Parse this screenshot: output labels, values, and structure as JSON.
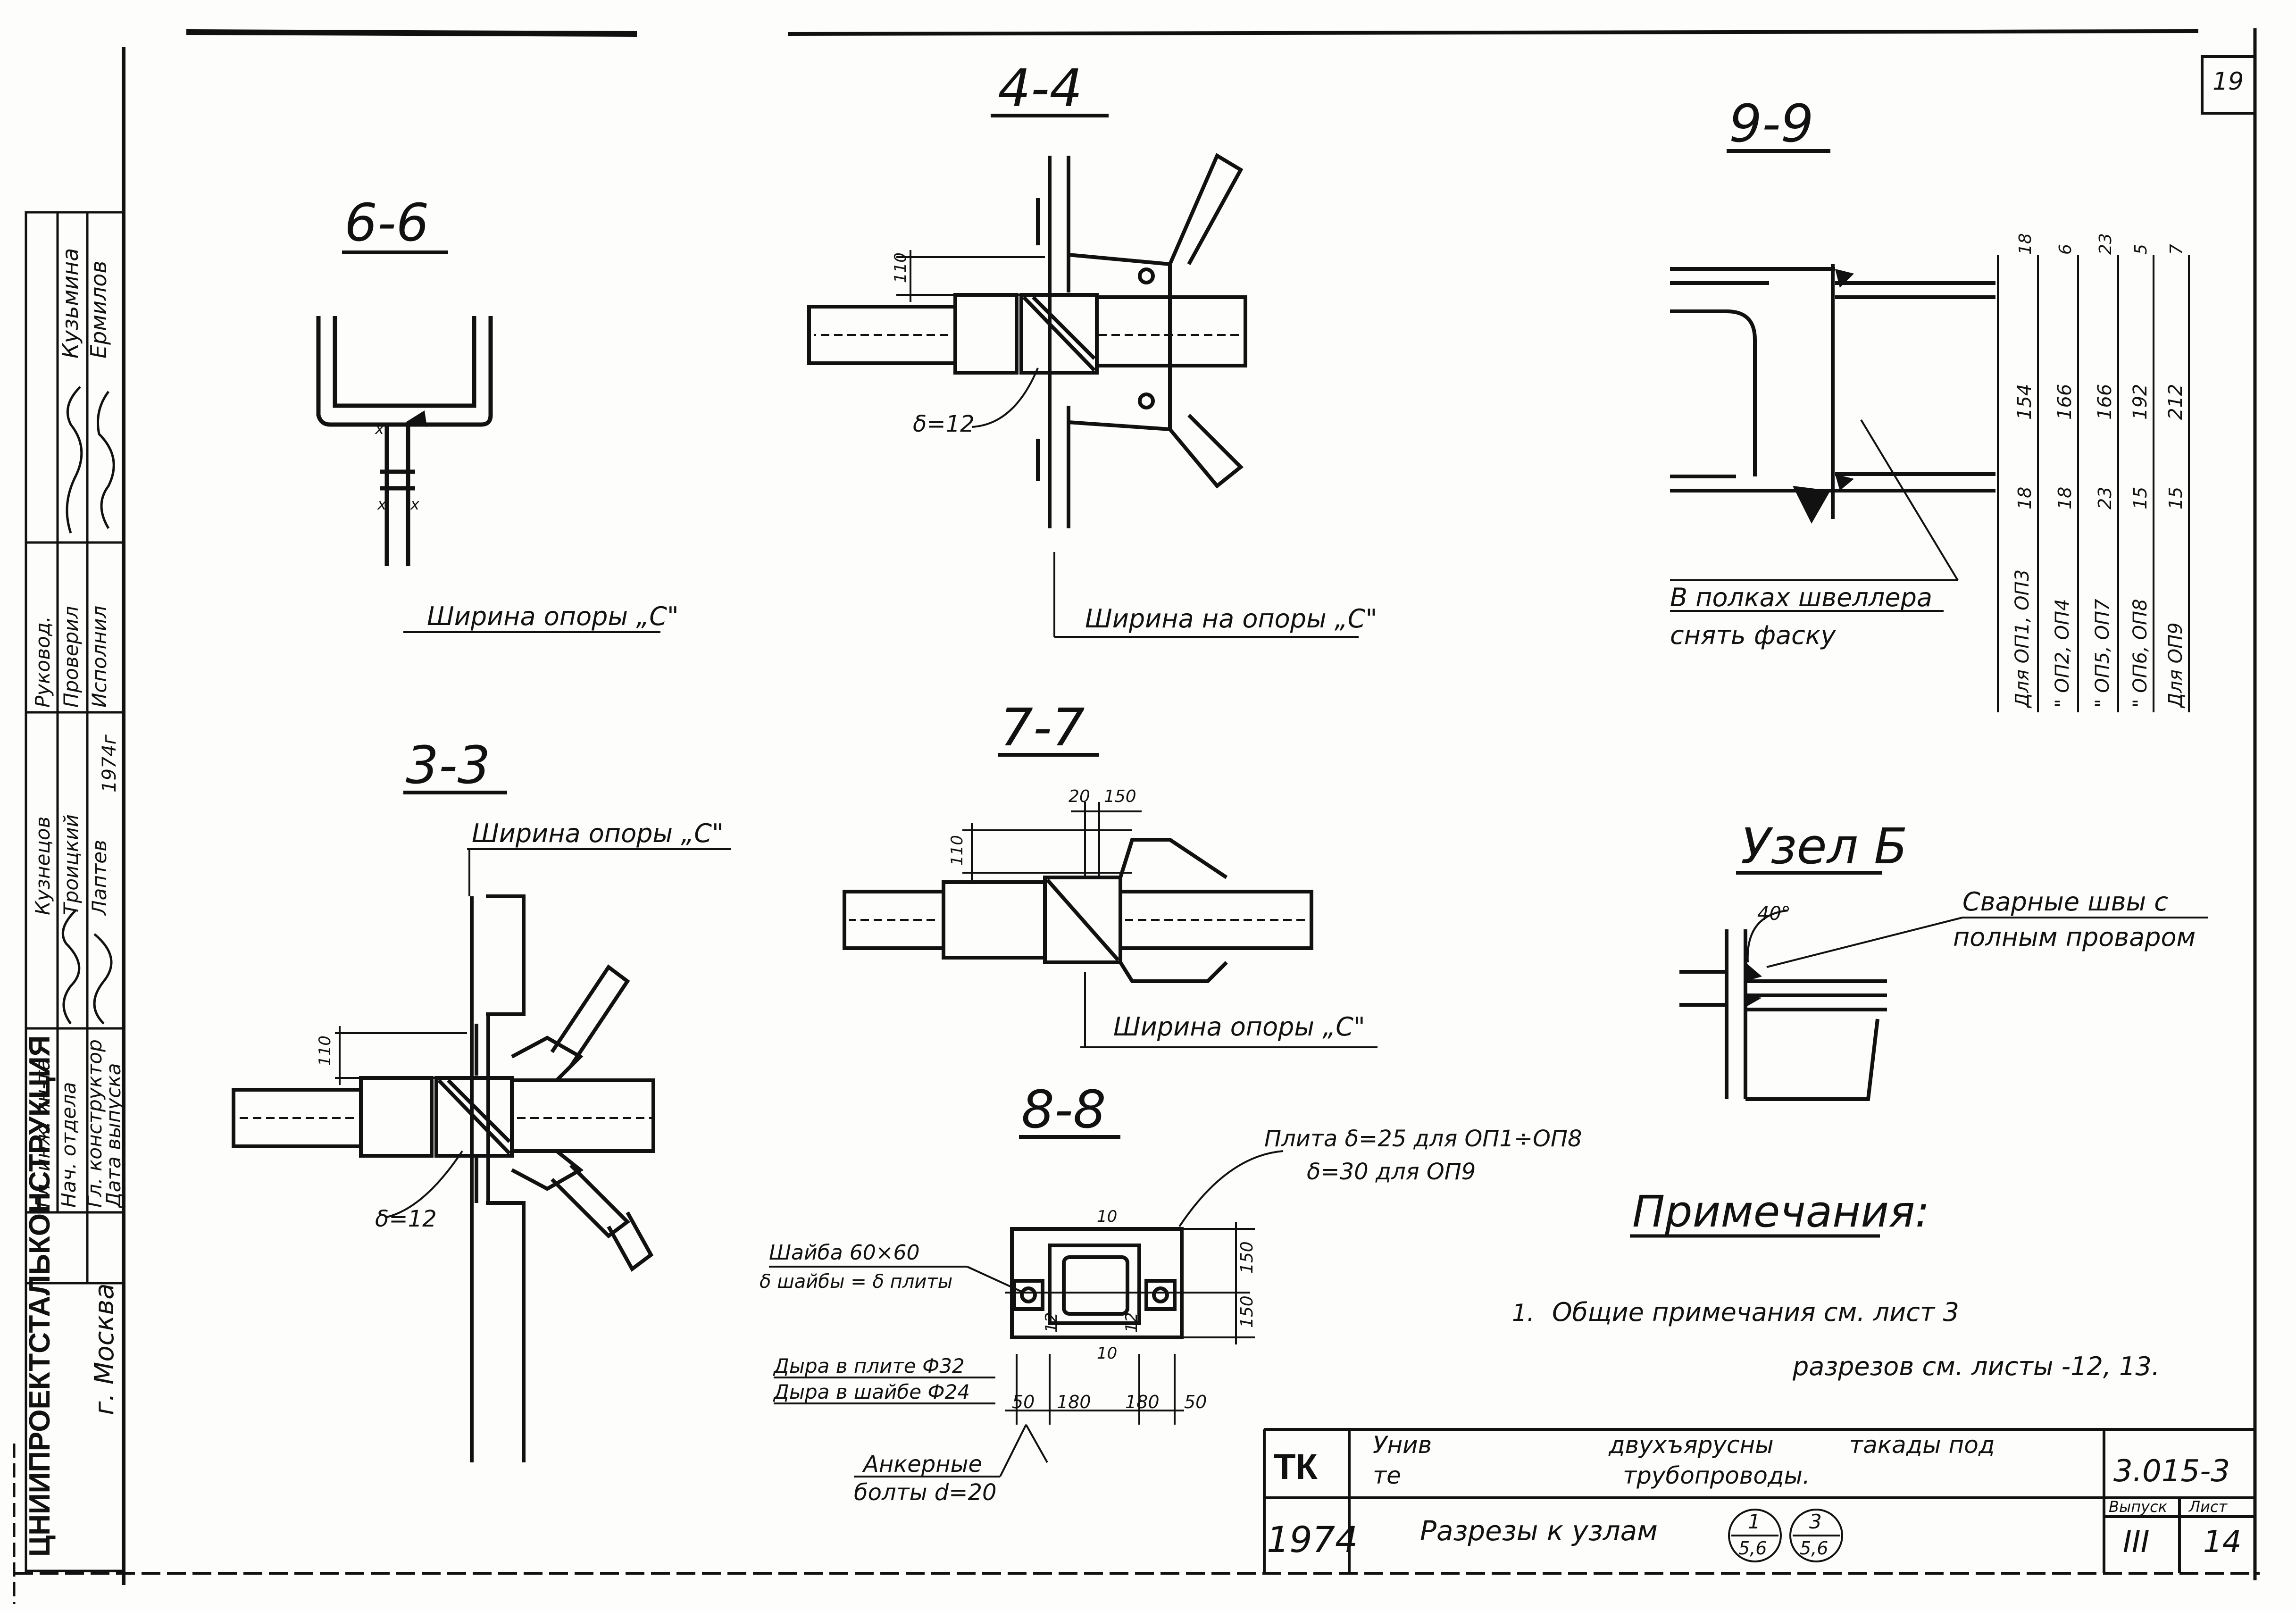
{
  "sheet_number": "19",
  "sections": {
    "s66": "6-6",
    "s44": "4-4",
    "s99": "9-9",
    "s33": "3-3",
    "s77": "7-7",
    "s88": "8-8",
    "node_b": "Узел Б"
  },
  "labels": {
    "support_width_66": "Ширина опоры „С\"",
    "support_width_44": "Ширина на опоры „С\"",
    "support_width_33": "Ширина опоры „С\"",
    "support_width_77": "Ширина опоры „С\"",
    "delta12_44": "δ=12",
    "delta12_33": "δ=12",
    "chamfer_line1": "В полках швеллера",
    "chamfer_line2": "снять фаску",
    "weld_line1": "Сварные швы с",
    "weld_line2": "полным проваром",
    "angle40": "40°",
    "plate_line1": "Плита δ=25 для ОП1÷ОП8",
    "plate_line2": "δ=30 для ОП9",
    "washer_line1": "Шайба 60×60",
    "washer_line2": "δ шайбы = δ плиты",
    "hole_plate": "Дыра в плите Ф32",
    "hole_washer": "Дыра в шайбе Ф24",
    "anchor_line1": "Анкерные",
    "anchor_line2": "болты d=20"
  },
  "dimensions": {
    "d110_44": "110",
    "d110_33": "110",
    "d110_77": "110",
    "d20_77": "20",
    "d150_77": "150",
    "d10_top": "10",
    "d10_bot": "10",
    "d12_l": "12",
    "d12_r": "12",
    "d150_a": "150",
    "d150_b": "150",
    "d50_l": "50",
    "d180_l": "180",
    "d180_r": "180",
    "d50_r": "50"
  },
  "table_99": {
    "top": [
      "18",
      "6",
      "23",
      "5",
      "7"
    ],
    "mid": [
      "154",
      "166",
      "166",
      "192",
      "212"
    ],
    "bottom": [
      "18",
      "18",
      "23",
      "15",
      "15"
    ],
    "rows": [
      "Для ОП1, ОП3",
      "\" ОП2, ОП4",
      "\" ОП5, ОП7",
      "\" ОП6, ОП8",
      "Для ОП9"
    ]
  },
  "notes": {
    "title": "Примечания:",
    "n1_num": "1.",
    "n1": "Общие примечания см. лист 3",
    "n2": "разрезов см. листы -12, 13."
  },
  "left_stamp": {
    "org": "ЦНИИПРОЕКТСТАЛЬКОНСТРУКЦИЯ",
    "city": "г. Москва",
    "year": "1974г",
    "roles": [
      "Гл. инж. ин-та",
      "Нач. отдела",
      "Гл. конструктор",
      "Дата выпуска",
      "Руковод.",
      "Проверил",
      "Исполнил"
    ],
    "names": [
      "Кузнецов",
      "Троицкий",
      "Лаптев",
      "Кузьмина",
      "Ермилов"
    ]
  },
  "title_block": {
    "tk": "ТК",
    "year": "1974",
    "line1_a": "Унив",
    "line1_b": "двухъярусны",
    "line1_c": "такады под",
    "line2_a": "те",
    "line2_b": "трубопроводы.",
    "section_title": "Разрезы к узлам",
    "f1_num": "1",
    "f1_den": "5,6",
    "f2_num": "3",
    "f2_den": "5,6",
    "series": "3.015-3",
    "issue_label": "Выпуск",
    "issue": "III",
    "sheet_label": "Лист",
    "sheet": "14"
  }
}
